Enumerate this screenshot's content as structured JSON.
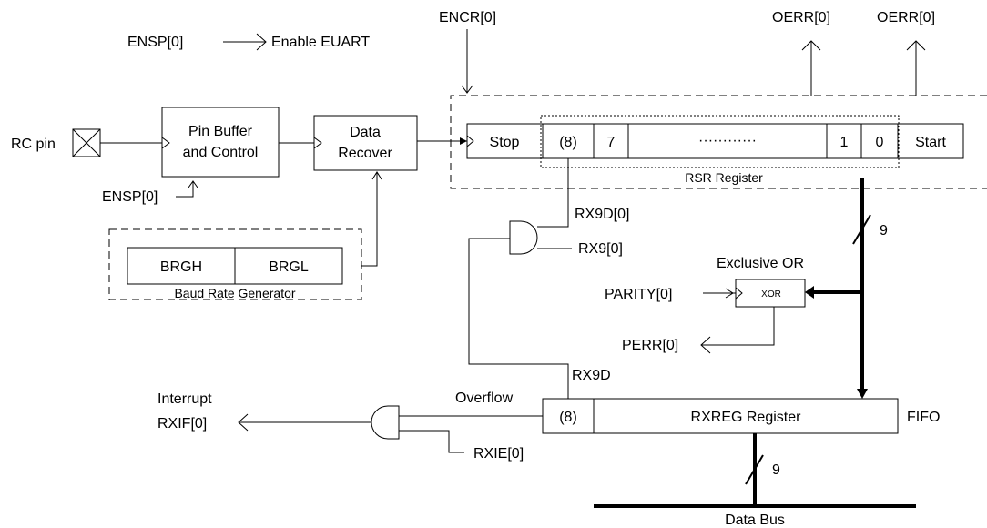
{
  "labels": {
    "rc_pin": "RC pin",
    "ensp_top": "ENSP[0]",
    "enable_euart": "Enable EUART",
    "ensp_bottom": "ENSP[0]",
    "pin_buffer_line1": "Pin Buffer",
    "pin_buffer_line2": "and Control",
    "data_recover_line1": "Data",
    "data_recover_line2": "Recover",
    "brgh": "BRGH",
    "brgl": "BRGL",
    "baud_rate_generator": "Baud Rate Generator",
    "encr": "ENCR[0]",
    "oerr_1": "OERR[0]",
    "oerr_2": "OERR[0]",
    "rsr_stop": "Stop",
    "rsr_8": "(8)",
    "rsr_7": "7",
    "rsr_dots": "············",
    "rsr_1": "1",
    "rsr_0": "0",
    "rsr_start": "Start",
    "rsr_register": "RSR Register",
    "rx9d_0": "RX9D[0]",
    "rx9_0": "RX9[0]",
    "bus_width_1": "9",
    "exclusive_or": "Exclusive OR",
    "parity": "PARITY[0]",
    "xor": "XOR",
    "perr": "PERR[0]",
    "rx9d": "RX9D",
    "interrupt": "Interrupt",
    "rxif": "RXIF[0]",
    "overflow": "Overflow",
    "rxreg_8": "(8)",
    "rxreg_register": "RXREG Register",
    "fifo": "FIFO",
    "rxie": "RXIE[0]",
    "bus_width_2": "9",
    "data_bus": "Data Bus"
  }
}
